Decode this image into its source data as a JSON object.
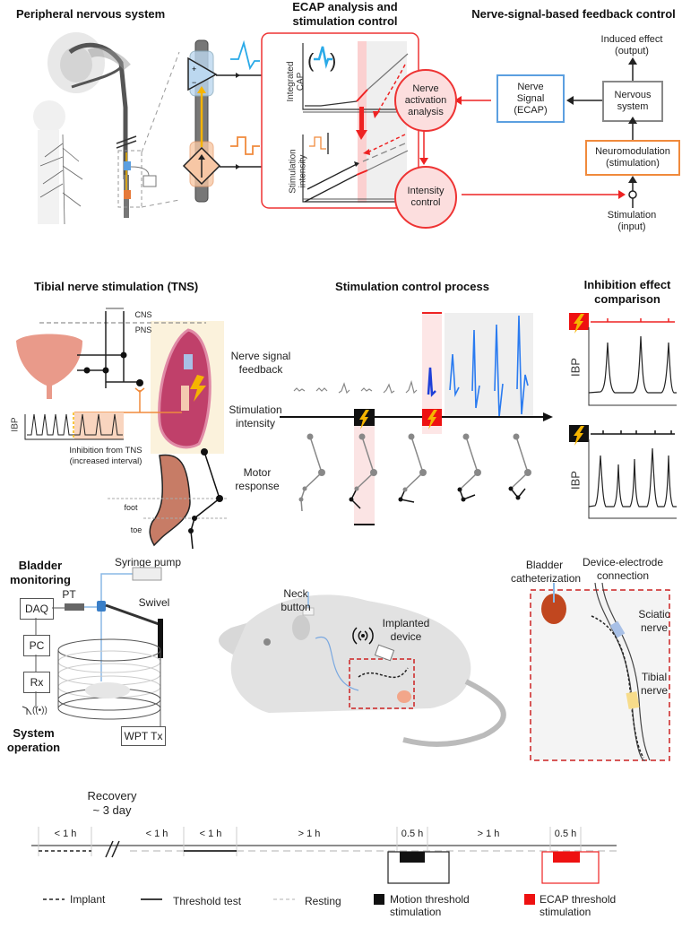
{
  "panels": {
    "pns": {
      "title": "Peripheral nervous system"
    },
    "ecap": {
      "title_line1": "ECAP analysis and",
      "title_line2": "stimulation control",
      "ylabel_top_line1": "Integrated",
      "ylabel_top_line2": "CAP",
      "ylabel_bottom_line1": "Stimulation",
      "ylabel_bottom_line2": "intensity",
      "circle_analysis_line1": "Nerve",
      "circle_analysis_line2": "activation",
      "circle_analysis_line3": "analysis",
      "circle_control_line1": "Intensity",
      "circle_control_line2": "control"
    },
    "feedback": {
      "title": "Nerve-signal-based feedback control",
      "output_line1": "Induced effect",
      "output_line2": "(output)",
      "nervous_line1": "Nervous",
      "nervous_line2": "system",
      "signal_line1": "Nerve",
      "signal_line2": "Signal",
      "signal_line3": "(ECAP)",
      "neuromod_line1": "Neuromodulation",
      "neuromod_line2": "(stimulation)",
      "input_line1": "Stimulation",
      "input_line2": "(input)"
    },
    "tns": {
      "title": "Tibial nerve stimulation (TNS)",
      "cns": "CNS",
      "pns": "PNS",
      "ibp": "IBP",
      "inhibition_line1": "Inhibition from TNS",
      "inhibition_line2": "(increased interval)",
      "foot": "foot",
      "toe": "toe"
    },
    "process": {
      "title": "Stimulation control process",
      "row1_line1": "Nerve signal",
      "row1_line2": "feedback",
      "row2_line1": "Stimulation",
      "row2_line2": "intensity",
      "row3_line1": "Motor",
      "row3_line2": "response"
    },
    "comparison": {
      "title_line1": "Inhibition effect",
      "title_line2": "comparison",
      "ibp_top": "IBP",
      "ibp_bottom": "IBP"
    },
    "system": {
      "bladder_line1": "Bladder",
      "bladder_line2": "monitoring",
      "syringe": "Syringe pump",
      "pt": "PT",
      "swivel": "Swivel",
      "daq": "DAQ",
      "pc": "PC",
      "rx": "Rx",
      "wpt": "WPT Tx",
      "op_line1": "System",
      "op_line2": "operation",
      "neck_line1": "Neck",
      "neck_line2": "button",
      "implant_line1": "Implanted",
      "implant_line2": "device",
      "bladder_cath_line1": "Bladder",
      "bladder_cath_line2": "catheterization",
      "dev_elec_line1": "Device-electrode",
      "dev_elec_line2": "connection",
      "sciatic_line1": "Sciatic",
      "sciatic_line2": "nerve",
      "tibial_line1": "Tibial",
      "tibial_line2": "nerve"
    },
    "timeline": {
      "recovery_line1": "Recovery",
      "recovery_line2": "~ 3 day",
      "segments": [
        "< 1 h",
        "< 1 h",
        "< 1 h",
        "> 1 h",
        "0.5 h",
        "> 1 h",
        "0.5 h"
      ],
      "legend": {
        "implant": "Implant",
        "threshold": "Threshold test",
        "resting": "Resting",
        "motion_line1": "Motion threshold",
        "motion_line2": "stimulation",
        "ecap_line1": "ECAP threshold",
        "ecap_line2": "stimulation"
      }
    }
  },
  "colors": {
    "red": "#ee2222",
    "blue": "#2a9fe0",
    "orange": "#f08a3c",
    "yellow": "#f5b400",
    "gray": "#888888",
    "pink": "#fcdede"
  }
}
